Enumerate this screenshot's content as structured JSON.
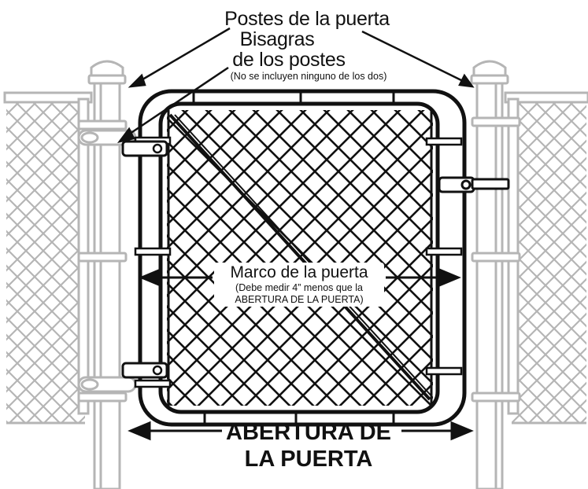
{
  "labels": {
    "posts": "Postes de la puerta",
    "hinges_line1": "Bisagras",
    "hinges_line2": "de los postes",
    "not_included": "(No se incluyen ninguno de los dos)",
    "frame": "Marco de la puerta",
    "frame_note_line1": "(Debe medir 4” menos que la",
    "frame_note_line2": "ABERTURA DE LA PUERTA)",
    "opening_line1": "ABERTURA DE",
    "opening_line2": "LA PUERTA"
  },
  "colors": {
    "ink": "#111111",
    "fence_gray": "#b5b5b5",
    "post_fill": "#ffffff"
  }
}
